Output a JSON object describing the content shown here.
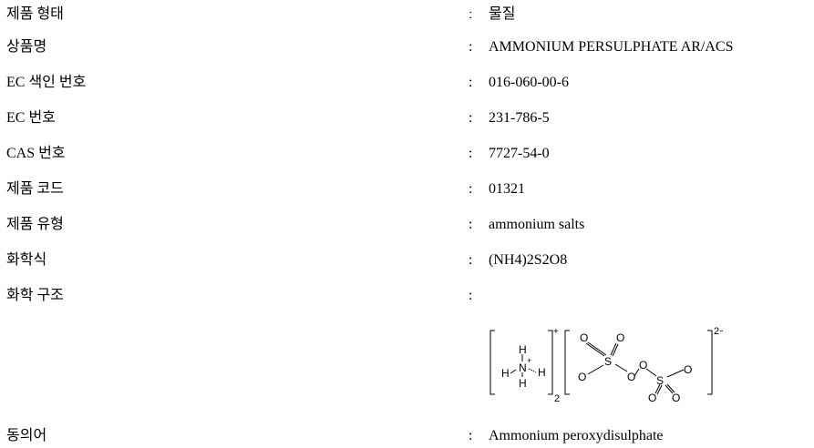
{
  "rows": [
    {
      "label": "제품 형태",
      "colon": "ː",
      "value": "물질"
    },
    {
      "label": "상품명",
      "colon": ":",
      "value": "AMMONIUM PERSULPHATE AR/ACS"
    },
    {
      "label": "EC 색인 번호",
      "colon": ":",
      "value": "016-060-00-6"
    },
    {
      "label": "EC 번호",
      "colon": ":",
      "value": "231-786-5"
    },
    {
      "label": "CAS 번호",
      "colon": ":",
      "value": "7727-54-0"
    },
    {
      "label": "제품 코드",
      "colon": ":",
      "value": "01321"
    },
    {
      "label": "제품 유형",
      "colon": ":",
      "value": "ammonium salts"
    },
    {
      "label": "화학식",
      "colon": ":",
      "value": "(NH4)2S2O8"
    },
    {
      "label": "화학 구조",
      "colon": ":",
      "value": ""
    },
    {
      "label": "동의어",
      "colon": ":",
      "value": "Ammonium peroxydisulphate"
    }
  ],
  "structure": {
    "cation": {
      "h_top": "H",
      "n": "N",
      "plus_small": "+",
      "h_left": "H",
      "h_right": "H",
      "h_bottom": "H",
      "bracket_charge": "+",
      "subscript": "2"
    },
    "anion": {
      "o1": "O",
      "o2": "O",
      "s1": "S",
      "o3": "O",
      "o4": "O",
      "o5": "O",
      "s2": "S",
      "o6": "O",
      "o7": "O",
      "o8": "O",
      "charge": "2−"
    }
  }
}
